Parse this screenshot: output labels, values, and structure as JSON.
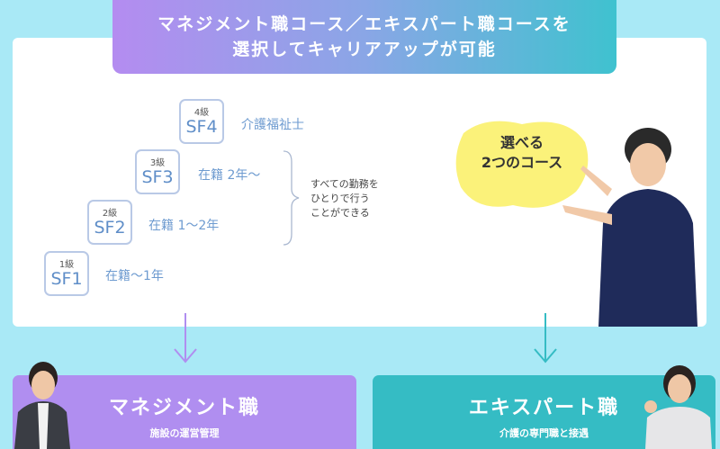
{
  "banner": {
    "line1": "マネジメント職コース／エキスパート職コースを",
    "line2": "選択してキャリアアップが可能"
  },
  "levels": [
    {
      "grade": "1級",
      "code": "SF1",
      "desc": "在籍〜1年"
    },
    {
      "grade": "2級",
      "code": "SF2",
      "desc": "在籍 1〜2年"
    },
    {
      "grade": "3級",
      "code": "SF3",
      "desc": "在籍 2年〜"
    },
    {
      "grade": "4級",
      "code": "SF4",
      "desc": "介護福祉士"
    }
  ],
  "note": {
    "line1": "すべての勤務を",
    "line2": "ひとりで行う",
    "line3": "ことができる"
  },
  "bubble": {
    "line1": "選べる",
    "line2": "2つのコース"
  },
  "courses": [
    {
      "title": "マネジメント職",
      "subtitle": "施設の運営管理",
      "color": "#b08ef0"
    },
    {
      "title": "エキスパート職",
      "subtitle": "介護の専門職と接遇",
      "color": "#35bcc4"
    }
  ]
}
